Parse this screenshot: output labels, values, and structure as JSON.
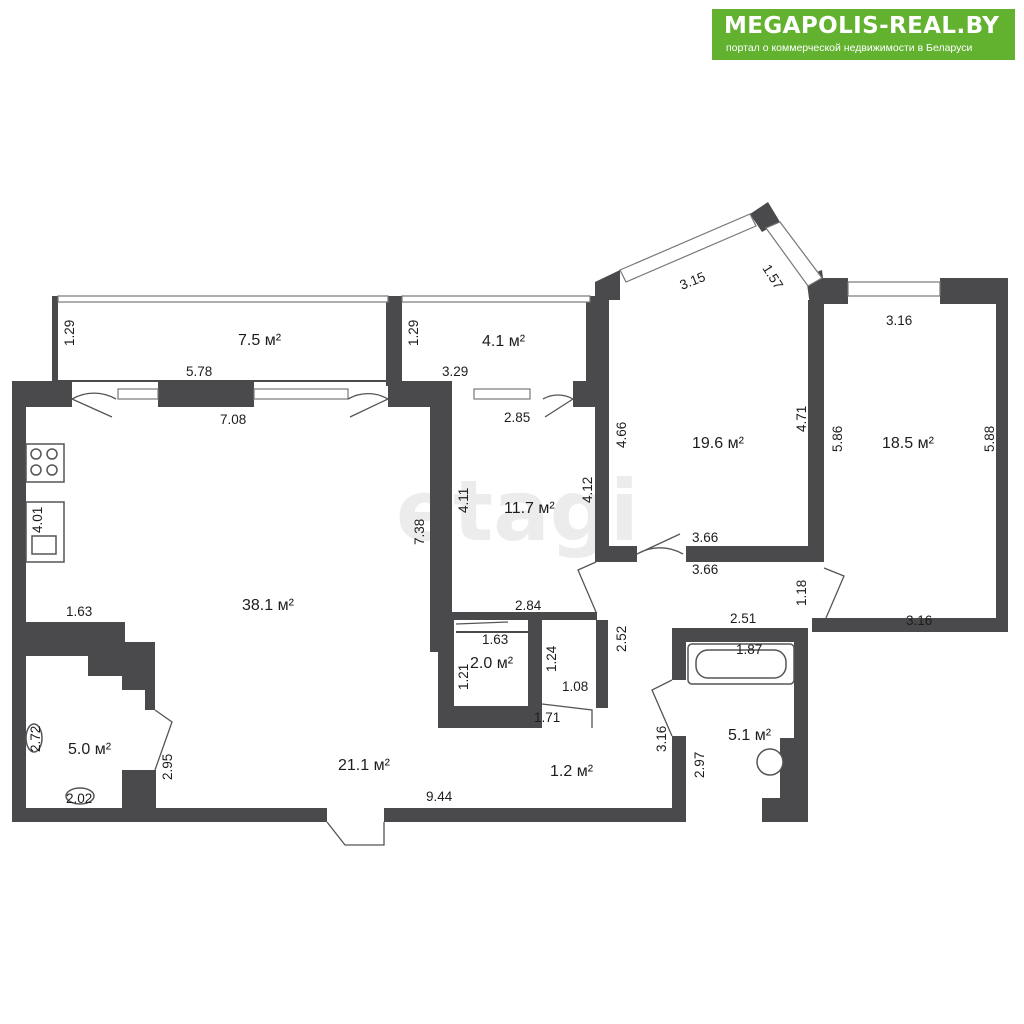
{
  "logo": {
    "title": "MEGAPOLIS-REAL.BY",
    "subtitle": "портал о коммерческой недвижимости в Беларуси",
    "color": "#62b22f"
  },
  "watermark": "etagi",
  "colors": {
    "wall": "#4a4a4c",
    "background": "#ffffff"
  },
  "rooms": {
    "balcony_left": "7.5 м²",
    "balcony_mid": "4.1 м²",
    "room_angled": "19.6 м²",
    "room_right": "18.5 м²",
    "kitchen_living": "38.1 м²",
    "bedroom_mid": "11.7 м²",
    "closet": "2.0 м²",
    "toilet": "5.0 м²",
    "hall": "21.1 м²",
    "hall_small": "1.2 м²",
    "bathroom": "5.1 м²"
  },
  "dimensions": {
    "balc_left_h": "1.29",
    "balc_left_w": "5.78",
    "balc_mid_h": "1.29",
    "balc_mid_w": "3.29",
    "kitchen_top": "7.08",
    "kitchen_right": "7.38",
    "stove_len": "4.01",
    "kitchen_bottom": "1.63",
    "bed_top": "2.85",
    "bed_left": "4.11",
    "bed_right": "4.12",
    "bed_bottom": "2.84",
    "angled_top": "3.15",
    "angled_diag": "1.57",
    "angled_left": "4.66",
    "angled_right": "4.71",
    "angled_bottom": "3.66",
    "right_top": "3.16",
    "right_left": "5.86",
    "right_right": "5.88",
    "right_bottom": "3.16",
    "corr_top": "3.66",
    "corr_door": "1.18",
    "corr_bottom": "2.51",
    "corr_left": "2.52",
    "closet_top": "1.63",
    "closet_left": "1.21",
    "nook_left": "1.24",
    "nook_bottom": "1.08",
    "nook_door": "1.71",
    "bath_top": "1.87",
    "bath_left": "2.97",
    "bath_outer": "3.16",
    "toilet_left": "2.72",
    "toilet_bottom": "2.02",
    "toilet_right": "2.95",
    "hall_bottom": "9.44"
  }
}
